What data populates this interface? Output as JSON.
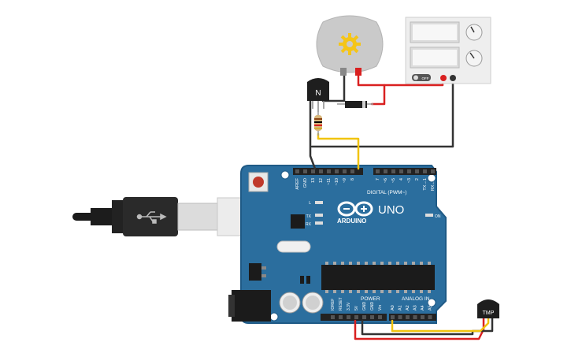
{
  "colors": {
    "board": "#2a6fa0",
    "board_edge": "#1f5a86",
    "wire_red": "#d92020",
    "wire_black": "#333333",
    "wire_yellow": "#f1c40f",
    "header": "#222222",
    "motor": "#c8c8c8",
    "motor_star": "#f5c518",
    "psu_body": "#eeeeee"
  },
  "icons": {
    "motor": "gear-icon",
    "usb": "usb-icon",
    "arduino": "infinity-logo"
  },
  "arduino": {
    "brand": "ARDUINO",
    "model": "UNO",
    "digital_label": "DIGITAL (PWM~)",
    "analog_label": "ANALOG IN",
    "power_label": "POWER",
    "on_led": "ON",
    "led_l": "L",
    "led_tx": "TX",
    "led_rx": "RX",
    "digital_pins": [
      "AREF",
      "GND",
      "13",
      "12",
      "~11",
      "~10",
      "~9",
      "8",
      "7",
      "~6",
      "~5",
      "4",
      "~3",
      "2",
      "TX→1",
      "RX←0"
    ],
    "power_pins": [
      "IOREF",
      "RESET",
      "3.3V",
      "5V",
      "GND",
      "GND",
      "Vin"
    ],
    "analog_pins": [
      "A0",
      "A1",
      "A2",
      "A3",
      "A4",
      "A5"
    ]
  },
  "transistor": {
    "label": "N"
  },
  "temp_sensor": {
    "label": "TMP"
  },
  "power_supply": {
    "switch_label": "OFF"
  }
}
